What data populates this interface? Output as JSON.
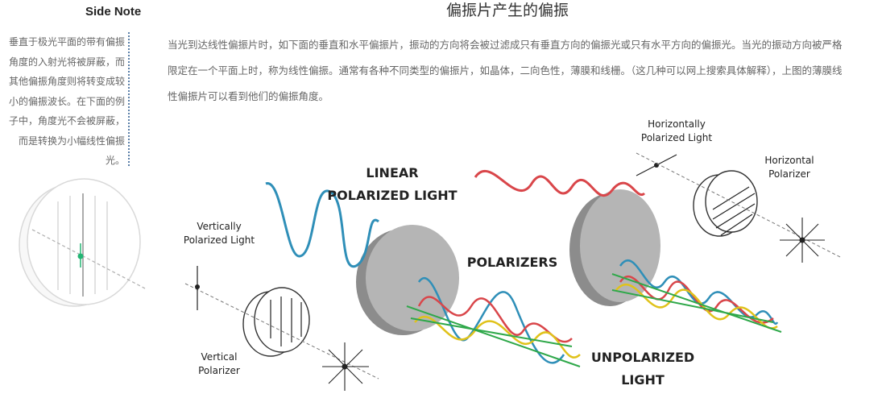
{
  "side_note": {
    "title": "Side Note",
    "text": "垂直于极光平面的带有偏振角度的入射光将被屏蔽，而其他偏振角度则将转变成较小的偏振波长。在下面的例子中，角度光不会被屏蔽，而是转换为小幅线性偏振光。"
  },
  "article": {
    "title": "偏振片产生的偏振",
    "paragraph": "当光到达线性偏振片时，如下面的垂直和水平偏振片，振动的方向将会被过滤成只有垂直方向的偏振光或只有水平方向的偏振光。当光的振动方向被严格限定在一个平面上时，称为线性偏振。通常有各种不同类型的偏振片，如晶体，二向色性，薄膜和线栅。（这几种可以网上搜索具体解释），上图的薄膜线性偏振片可以看到他们的偏振角度。"
  },
  "diagram": {
    "labels": {
      "horizontally_polarized_1": "Horizontally",
      "horizontally_polarized_2": "Polarized Light",
      "horizontal_polarizer_1": "Horizontal",
      "horizontal_polarizer_2": "Polarizer",
      "linear_1": "LINEAR",
      "linear_2": "POLARIZED LIGHT",
      "vertically_polarized_1": "Vertically",
      "vertically_polarized_2": "Polarized Light",
      "polarizers": "POLARIZERS",
      "vertical_polarizer_1": "Vertical",
      "vertical_polarizer_2": "Polarizer",
      "unpolarized_1": "UNPOLARIZED",
      "unpolarized_2": "LIGHT"
    },
    "colors": {
      "blue_wave": "#2f8fb8",
      "red_wave": "#d9464a",
      "yellow_wave": "#e0c21a",
      "green_wave": "#2fa84a",
      "disk": "#9a9a9a",
      "side_accent": "#22b573"
    }
  }
}
